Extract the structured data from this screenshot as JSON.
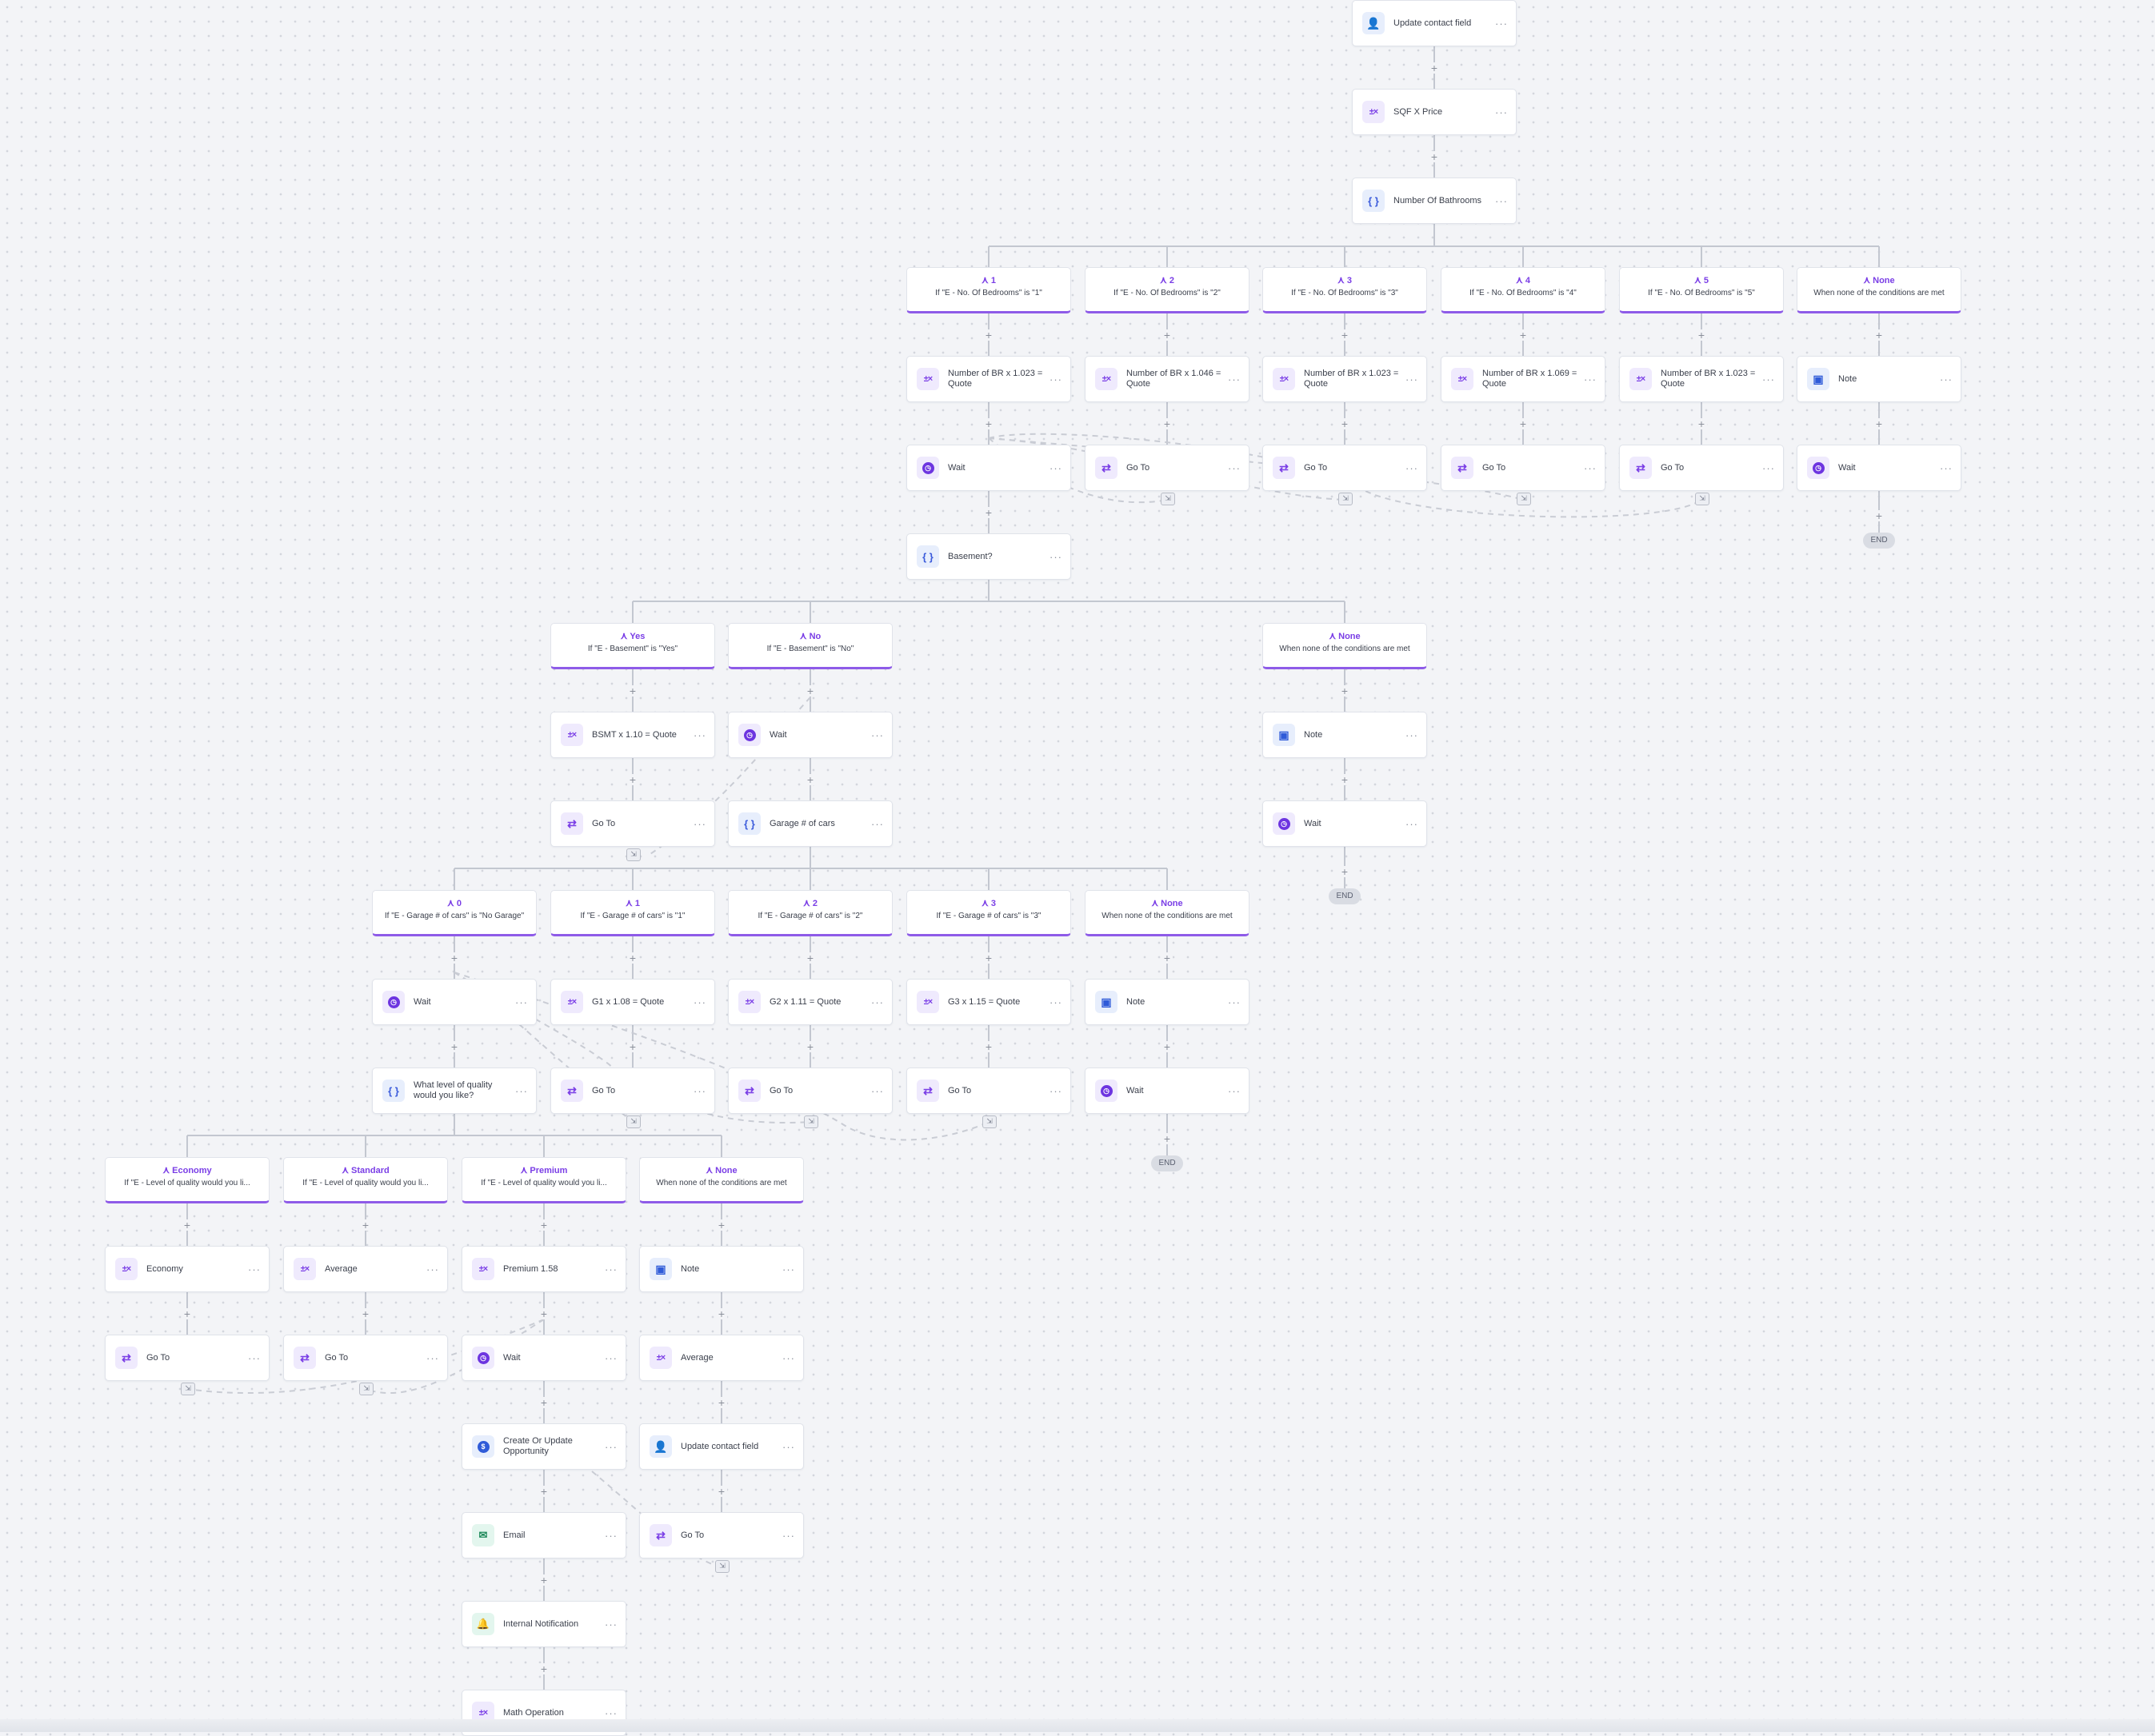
{
  "nodes": [
    {
      "id": "n1",
      "label": "Update contact field",
      "icon": "update-contact-icon"
    },
    {
      "id": "n2",
      "label": "SQF X Price",
      "icon": "math-operation-icon"
    },
    {
      "id": "n3",
      "label": "Number Of Bathrooms",
      "icon": "branch-code-icon"
    },
    {
      "id": "m1",
      "label": "Number of BR x 1.023 = Quote",
      "icon": "math-operation-icon"
    },
    {
      "id": "m2",
      "label": "Number of BR x 1.046 = Quote",
      "icon": "math-operation-icon"
    },
    {
      "id": "m3",
      "label": "Number of BR x 1.023 = Quote",
      "icon": "math-operation-icon"
    },
    {
      "id": "m4",
      "label": "Number of BR x 1.069 = Quote",
      "icon": "math-operation-icon"
    },
    {
      "id": "m5",
      "label": "Number of BR x 1.023 = Quote",
      "icon": "math-operation-icon"
    },
    {
      "id": "m6",
      "label": "Note",
      "icon": "note-icon"
    },
    {
      "id": "w1",
      "label": "Wait",
      "icon": "wait-icon"
    },
    {
      "id": "g2",
      "label": "Go To",
      "icon": "goto-icon"
    },
    {
      "id": "g3",
      "label": "Go To",
      "icon": "goto-icon"
    },
    {
      "id": "g4",
      "label": "Go To",
      "icon": "goto-icon"
    },
    {
      "id": "g5",
      "label": "Go To",
      "icon": "goto-icon"
    },
    {
      "id": "w6",
      "label": "Wait",
      "icon": "wait-icon"
    },
    {
      "id": "bs",
      "label": "Basement?",
      "icon": "branch-code-icon"
    },
    {
      "id": "ym",
      "label": "BSMT x 1.10 = Quote",
      "icon": "math-operation-icon"
    },
    {
      "id": "yg",
      "label": "Go To",
      "icon": "goto-icon"
    },
    {
      "id": "nw",
      "label": "Wait",
      "icon": "wait-icon"
    },
    {
      "id": "ng",
      "label": "Garage # of cars",
      "icon": "branch-code-icon"
    },
    {
      "id": "bnn",
      "label": "Note",
      "icon": "note-icon"
    },
    {
      "id": "bnw",
      "label": "Wait",
      "icon": "wait-icon"
    },
    {
      "id": "c0w",
      "label": "Wait",
      "icon": "wait-icon"
    },
    {
      "id": "c0q",
      "label": "What level of quality would you like?",
      "icon": "branch-code-icon"
    },
    {
      "id": "c1m",
      "label": "G1 x 1.08 = Quote",
      "icon": "math-operation-icon"
    },
    {
      "id": "c1g",
      "label": "Go To",
      "icon": "goto-icon"
    },
    {
      "id": "c2m",
      "label": "G2 x 1.11 = Quote",
      "icon": "math-operation-icon"
    },
    {
      "id": "c2g",
      "label": "Go To",
      "icon": "goto-icon"
    },
    {
      "id": "c3m",
      "label": "G3 x 1.15 = Quote",
      "icon": "math-operation-icon"
    },
    {
      "id": "c3g",
      "label": "Go To",
      "icon": "goto-icon"
    },
    {
      "id": "cnn",
      "label": "Note",
      "icon": "note-icon"
    },
    {
      "id": "cnw",
      "label": "Wait",
      "icon": "wait-icon"
    },
    {
      "id": "qe1",
      "label": "Economy",
      "icon": "math-operation-icon"
    },
    {
      "id": "qe2",
      "label": "Go To",
      "icon": "goto-icon"
    },
    {
      "id": "qs1",
      "label": "Average",
      "icon": "math-operation-icon"
    },
    {
      "id": "qs2",
      "label": "Go To",
      "icon": "goto-icon"
    },
    {
      "id": "qp1",
      "label": "Premium 1.58",
      "icon": "math-operation-icon"
    },
    {
      "id": "qp2",
      "label": "Wait",
      "icon": "wait-icon"
    },
    {
      "id": "qp3",
      "label": "Create Or Update Opportunity",
      "icon": "opportunity-icon"
    },
    {
      "id": "qp4",
      "label": "Email",
      "icon": "email-icon"
    },
    {
      "id": "qp5",
      "label": "Internal Notification",
      "icon": "notification-bell-icon"
    },
    {
      "id": "qp6",
      "label": "Math Operation",
      "icon": "math-operation-icon"
    },
    {
      "id": "qn1",
      "label": "Note",
      "icon": "note-icon"
    },
    {
      "id": "qn2",
      "label": "Average",
      "icon": "math-operation-icon"
    },
    {
      "id": "qn3",
      "label": "Update contact field",
      "icon": "update-contact-icon"
    },
    {
      "id": "qn4",
      "label": "Go To",
      "icon": "goto-icon"
    }
  ],
  "branches": [
    {
      "id": "b1",
      "name": "1",
      "cond": "If \"E - No. Of Bedrooms\" is \"1\""
    },
    {
      "id": "b2",
      "name": "2",
      "cond": "If \"E - No. Of Bedrooms\" is \"2\""
    },
    {
      "id": "b3",
      "name": "3",
      "cond": "If \"E - No. Of Bedrooms\" is \"3\""
    },
    {
      "id": "b4",
      "name": "4",
      "cond": "If \"E - No. Of Bedrooms\" is \"4\""
    },
    {
      "id": "b5",
      "name": "5",
      "cond": "If \"E - No. Of Bedrooms\" is \"5\""
    },
    {
      "id": "b6",
      "name": "None",
      "cond": "When none of the conditions are met"
    },
    {
      "id": "by",
      "name": "Yes",
      "cond": "If \"E - Basement\" is \"Yes\""
    },
    {
      "id": "bno",
      "name": "No",
      "cond": "If \"E - Basement\" is \"No\""
    },
    {
      "id": "bnone",
      "name": "None",
      "cond": "When none of the conditions are met"
    },
    {
      "id": "c0",
      "name": "0",
      "cond": "If \"E - Garage # of cars\" is \"No Garage\""
    },
    {
      "id": "c1",
      "name": "1",
      "cond": "If \"E - Garage # of cars\" is \"1\""
    },
    {
      "id": "c2",
      "name": "2",
      "cond": "If \"E - Garage # of cars\" is \"2\""
    },
    {
      "id": "c3",
      "name": "3",
      "cond": "If \"E - Garage # of cars\" is \"3\""
    },
    {
      "id": "cn",
      "name": "None",
      "cond": "When none of the conditions are met"
    },
    {
      "id": "qe",
      "name": "Economy",
      "cond": "If \"E - Level of quality would you li..."
    },
    {
      "id": "qs",
      "name": "Standard",
      "cond": "If \"E - Level of quality would you li..."
    },
    {
      "id": "qp",
      "name": "Premium",
      "cond": "If \"E - Level of quality would you li..."
    },
    {
      "id": "qn",
      "name": "None",
      "cond": "When none of the conditions are met"
    }
  ],
  "end_label": "END",
  "more_glyph": "···",
  "plus_glyph": "+",
  "colors": {
    "accent": "#7a3ee6",
    "branch_underline": "#8e5be8",
    "connector": "#c3c7d0",
    "canvas": "#f3f4f7"
  }
}
